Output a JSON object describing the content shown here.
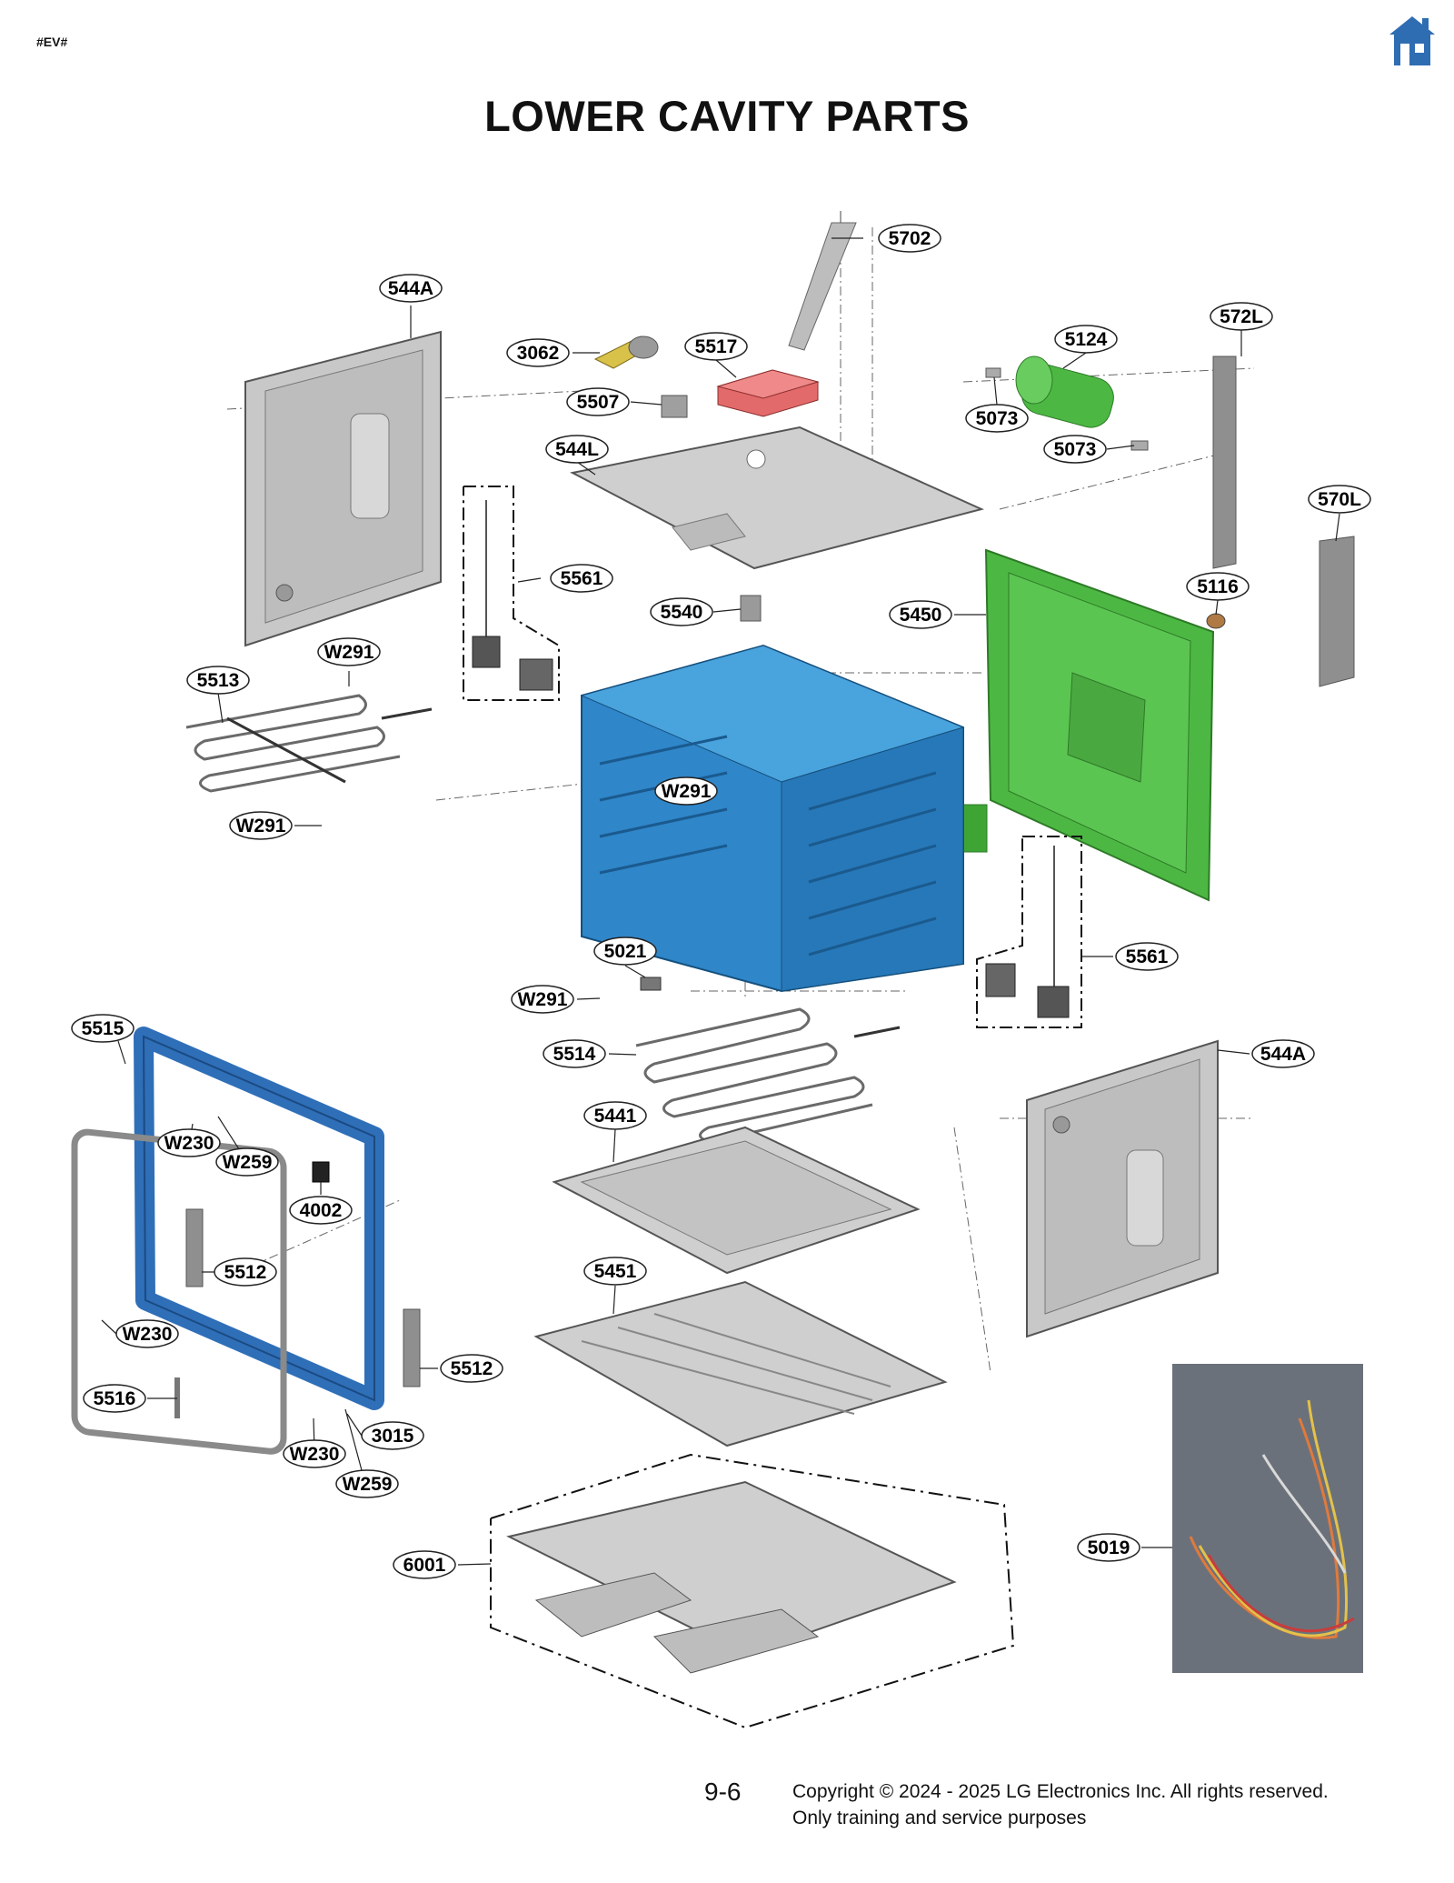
{
  "header": {
    "tag": "#EV#",
    "home_icon": "home-icon",
    "title": "LOWER CAVITY PARTS"
  },
  "colors": {
    "cavity_blue": "#2f86c9",
    "frame_blue": "#2f6fb8",
    "panel_green": "#4cb843",
    "board_red": "#e36a6a",
    "metal_gray": "#c9c9c9",
    "home_icon_blue": "#2f6db3"
  },
  "callouts": [
    {
      "id": "c-5702",
      "label": "5702"
    },
    {
      "id": "c-544A-top",
      "label": "544A"
    },
    {
      "id": "c-572L",
      "label": "572L"
    },
    {
      "id": "c-3062",
      "label": "3062"
    },
    {
      "id": "c-5517",
      "label": "5517"
    },
    {
      "id": "c-5124",
      "label": "5124"
    },
    {
      "id": "c-5507",
      "label": "5507"
    },
    {
      "id": "c-5073-a",
      "label": "5073"
    },
    {
      "id": "c-5073-b",
      "label": "5073"
    },
    {
      "id": "c-544L",
      "label": "544L"
    },
    {
      "id": "c-570L",
      "label": "570L"
    },
    {
      "id": "c-5561-top",
      "label": "5561"
    },
    {
      "id": "c-5116",
      "label": "5116"
    },
    {
      "id": "c-5540",
      "label": "5540"
    },
    {
      "id": "c-5450",
      "label": "5450"
    },
    {
      "id": "c-W291-a",
      "label": "W291"
    },
    {
      "id": "c-5513",
      "label": "5513"
    },
    {
      "id": "c-W291-b",
      "label": "W291"
    },
    {
      "id": "c-W291-c",
      "label": "W291"
    },
    {
      "id": "c-5561-bottom",
      "label": "5561"
    },
    {
      "id": "c-5021",
      "label": "5021"
    },
    {
      "id": "c-W291-d",
      "label": "W291"
    },
    {
      "id": "c-5515",
      "label": "5515"
    },
    {
      "id": "c-5514",
      "label": "5514"
    },
    {
      "id": "c-544A-bottom",
      "label": "544A"
    },
    {
      "id": "c-5441",
      "label": "5441"
    },
    {
      "id": "c-W230-a",
      "label": "W230"
    },
    {
      "id": "c-W259-a",
      "label": "W259"
    },
    {
      "id": "c-4002",
      "label": "4002"
    },
    {
      "id": "c-5512-a",
      "label": "5512"
    },
    {
      "id": "c-5451",
      "label": "5451"
    },
    {
      "id": "c-W230-b",
      "label": "W230"
    },
    {
      "id": "c-5512-b",
      "label": "5512"
    },
    {
      "id": "c-5516",
      "label": "5516"
    },
    {
      "id": "c-3015",
      "label": "3015"
    },
    {
      "id": "c-W230-c",
      "label": "W230"
    },
    {
      "id": "c-W259-b",
      "label": "W259"
    },
    {
      "id": "c-5019",
      "label": "5019"
    },
    {
      "id": "c-6001",
      "label": "6001"
    }
  ],
  "footer": {
    "page_number": "9-6",
    "copyright_line1": "Copyright © 2024 - 2025 LG Electronics Inc. All rights reserved.",
    "copyright_line2": "Only training and service purposes"
  }
}
